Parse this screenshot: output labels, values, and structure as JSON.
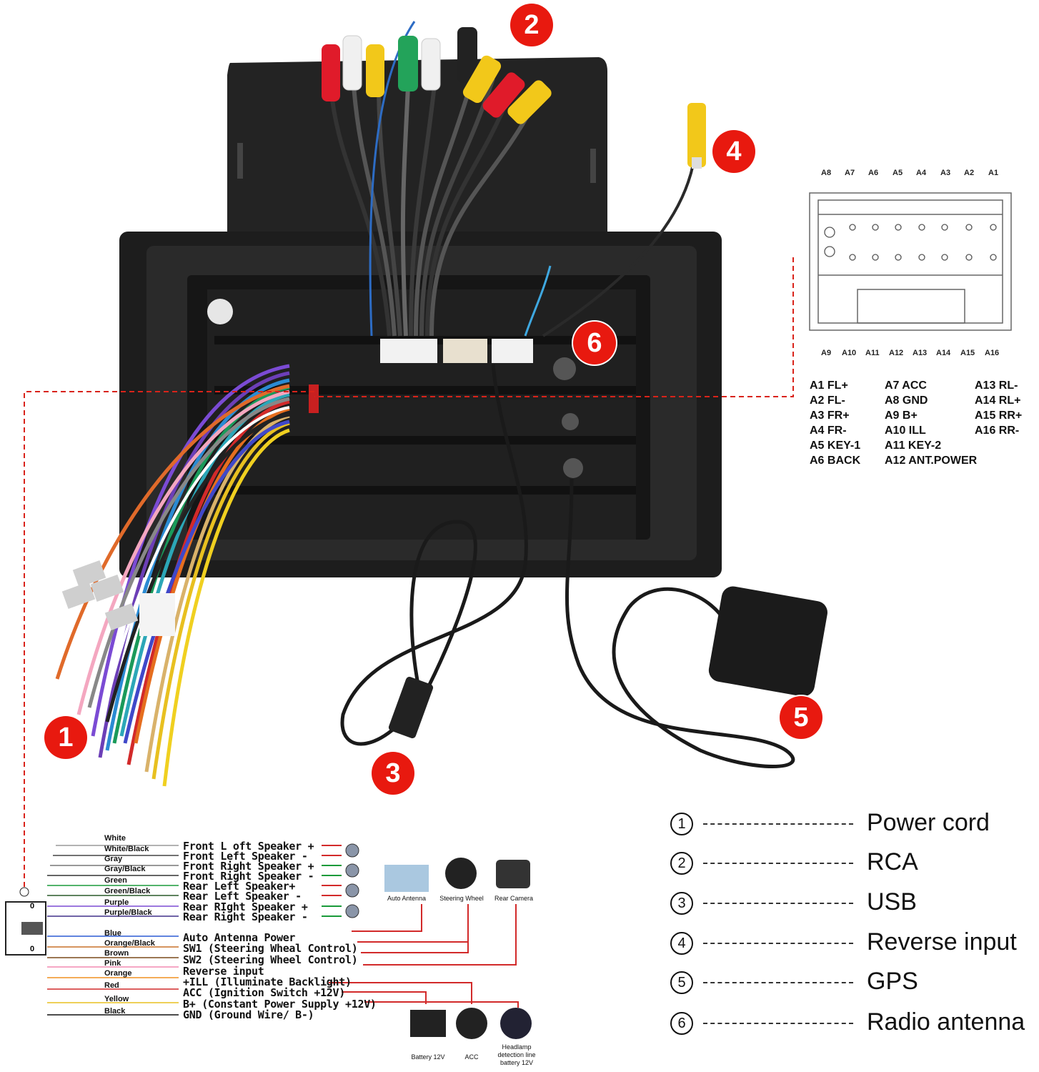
{
  "callouts": [
    "1",
    "2",
    "3",
    "4",
    "5",
    "6"
  ],
  "connector_pins": {
    "top": [
      "A8",
      "A7",
      "A6",
      "A5",
      "A4",
      "A3",
      "A2",
      "A1"
    ],
    "bottom": [
      "A9",
      "A10",
      "A11",
      "A12",
      "A13",
      "A14",
      "A15",
      "A16"
    ]
  },
  "pinout": {
    "col1": [
      "A1 FL+",
      "A2 FL-",
      "A3 FR+",
      "A4 FR-",
      "A5 KEY-1",
      "A6 BACK"
    ],
    "col2": [
      "A7 ACC",
      "A8 GND",
      "A9 B+",
      "A10 ILL",
      "A11 KEY-2",
      "A12 ANT.POWER"
    ],
    "col3": [
      "A13 RL-",
      "A14 RL+",
      "A15 RR+",
      "A16 RR-"
    ]
  },
  "legend": [
    {
      "num": "1",
      "label": "Power cord"
    },
    {
      "num": "2",
      "label": "RCA"
    },
    {
      "num": "3",
      "label": "USB"
    },
    {
      "num": "4",
      "label": "Reverse input"
    },
    {
      "num": "5",
      "label": "GPS"
    },
    {
      "num": "6",
      "label": "Radio antenna"
    }
  ],
  "harness": {
    "plug_marks": [
      "0",
      "0"
    ],
    "speaker_wires": [
      {
        "color": "White",
        "func": "Front L oft Speaker +"
      },
      {
        "color": "White/Black",
        "func": "Front Left Speaker -"
      },
      {
        "color": "Gray",
        "func": "Front Right Speaker +"
      },
      {
        "color": "Gray/Black",
        "func": "Front Right Speaker -"
      },
      {
        "color": "Green",
        "func": "Rear Left Speaker+"
      },
      {
        "color": "Green/Black",
        "func": "Rear Left Speaker -"
      },
      {
        "color": "Purple",
        "func": "Rear RIght Speaker +"
      },
      {
        "color": "Purple/Black",
        "func": "Rear Right Speaker -"
      }
    ],
    "other_wires": [
      {
        "color": "Blue",
        "func": "Auto Antenna Power"
      },
      {
        "color": "Orange/Black",
        "func": "SW1 (Steering Wheal Control)"
      },
      {
        "color": "Brown",
        "func": "SW2 (Steering Wheel Control)"
      },
      {
        "color": "Pink",
        "func": "Reverse input"
      },
      {
        "color": "Orange",
        "func": "+ILL (Illuminate Backlight)"
      },
      {
        "color": "Red",
        "func": "ACC (Ignition Switch +12V)"
      },
      {
        "color": "Yellow",
        "func": "B+ (Constant Power Supply +12V)"
      },
      {
        "color": "Black",
        "func": "GND (Ground Wire/ B-)"
      }
    ],
    "devices_top": [
      "Auto Antenna",
      "Steering Wheel",
      "Rear Camera"
    ],
    "devices_bottom": [
      "Battery 12V",
      "ACC",
      "Headlamp detection line battery 12V"
    ]
  },
  "colors": {
    "callout": "#e8190f",
    "dashed_lead": "#d9231a",
    "unit_body": "#1d1d1d"
  },
  "icons": [
    "gps-antenna-icon",
    "usb-plug-icon",
    "rca-plug-icon",
    "battery-icon",
    "steering-wheel-icon",
    "rear-camera-icon",
    "car-antenna-icon",
    "ignition-icon",
    "headlamp-icon",
    "speaker-icon"
  ]
}
